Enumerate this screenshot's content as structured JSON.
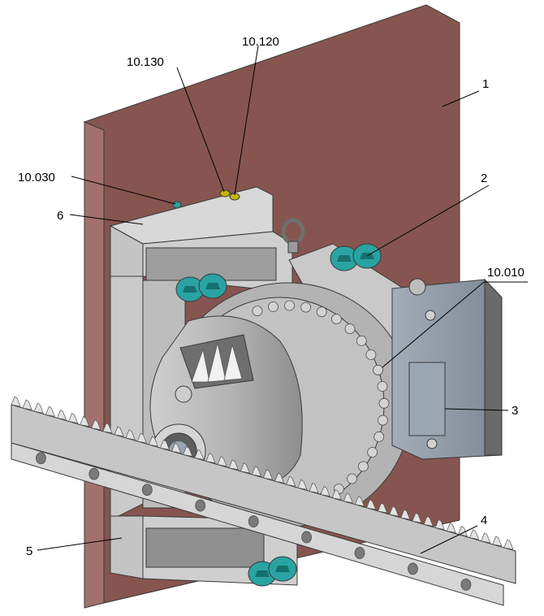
{
  "callouts": {
    "plate": "1",
    "bolts_top": "2",
    "motor": "3",
    "rack": "4",
    "bracket_bottom": "5",
    "bracket_top": "6",
    "gearbox": "10.010",
    "grease_nipple": "10.030",
    "plug_a": "10.120",
    "plug_b": "10.130"
  },
  "colors": {
    "plate_face": "#8a5a58",
    "plate_side": "#9e6c6a",
    "metal_light": "#d9d9d9",
    "metal_mid": "#b8b8b8",
    "metal_dark": "#8c8c8c",
    "bolt": "#2aa3a3",
    "plug": "#c8b400",
    "motor_body": "#6f6f6f",
    "motor_side": "#a9b2bb"
  }
}
